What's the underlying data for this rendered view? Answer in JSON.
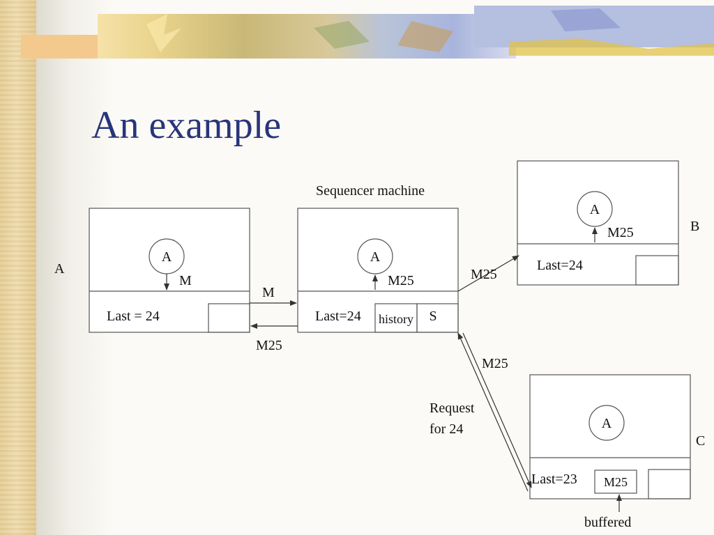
{
  "slide": {
    "title": "An example"
  },
  "diagram": {
    "machine_a": {
      "label": "A",
      "process": "A",
      "arrow_label": "M",
      "last": "Last = 24"
    },
    "sequencer": {
      "caption": "Sequencer machine",
      "process": "A",
      "arrow_label": "M25",
      "last": "Last=24",
      "history": "history",
      "s": "S"
    },
    "machine_b": {
      "label": "B",
      "process": "A",
      "arrow_label": "M25",
      "last": "Last=24"
    },
    "machine_c": {
      "label": "C",
      "process": "A",
      "last": "Last=23",
      "buffered_msg": "M25",
      "buffered": "buffered"
    },
    "messages": {
      "a_to_seq": "M",
      "seq_to_a": "M25",
      "seq_to_b": "M25",
      "seq_to_c": "M25",
      "c_request": "Request\nfor 24"
    }
  }
}
